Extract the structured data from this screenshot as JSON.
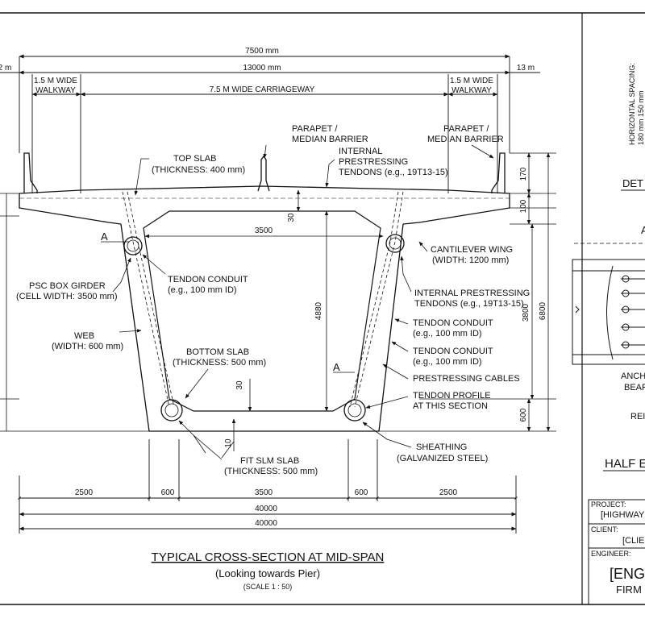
{
  "dims": {
    "top_overall": "7500 mm",
    "top_deck": "13000 mm",
    "left_edge": "2 m",
    "right_edge": "13 m",
    "cell_width": "3500",
    "depth_inner": "4880",
    "depth_outer": "3800",
    "depth_total": "6800",
    "top_170": "170",
    "top_100": "100",
    "haunch_30_top": "30",
    "haunch_30_bottom": "30",
    "bottom_10": "10",
    "bottom_600": "600",
    "bottom_row": [
      "2500",
      "600",
      "3500",
      "600",
      "2500"
    ],
    "total_1": "40000",
    "total_2": "40000"
  },
  "labels": {
    "walkway_left": [
      "1.5 M WIDE",
      "WALKWAY"
    ],
    "walkway_right": [
      "1.5 M WIDE",
      "WALKWAY"
    ],
    "carriageway": "7.5 M WIDE CARRIAGEWAY",
    "parapet_left": [
      "PARAPET /",
      "MEDIAN BARRIER"
    ],
    "parapet_right": [
      "PARAPET /",
      "MEDIAN BARRIER"
    ],
    "top_slab": [
      "TOP SLAB",
      "(THICKNESS: 400 mm)"
    ],
    "internal_tendons_top": [
      "INTERNAL",
      "PRESTRESSING",
      "TENDONS (e.g., 19T13-15)"
    ],
    "section_a_left": "A",
    "section_a_right": "A",
    "tendon_conduit_left": [
      "TENDON CONDUIT",
      "(e.g., 100 mm ID)"
    ],
    "psc_box": [
      "PSC BOX GIRDER",
      "(CELL WIDTH: 3500 mm)"
    ],
    "web": [
      "WEB",
      "(WIDTH: 600 mm)"
    ],
    "bottom_slab": [
      "BOTTOM SLAB",
      "(THICKNESS: 500 mm)"
    ],
    "fit_slab": [
      "FIT SLM SLAB",
      "(THICKNESS: 500 mm)"
    ],
    "cantilever": [
      "CANTILEVER WING",
      "(WIDTH: 1200 mm)"
    ],
    "internal_tendons_right": [
      "INTERNAL PRESTRESSING",
      "TENDONS (e.g., 19T13-15)"
    ],
    "tendon_conduit_r1": [
      "TENDON CONDUIT",
      "(e.g., 100 mm ID)"
    ],
    "tendon_conduit_r2": [
      "TENDON CONDUIT",
      "(e.g., 100 mm ID)"
    ],
    "prestressing_cables": "PRESTRESSING CABLES",
    "tendon_profile": [
      "TENDON PROFILE",
      "AT THIS SECTION"
    ],
    "sheathing": [
      "SHEATHING",
      "(GALVANIZED STEEL)"
    ]
  },
  "caption": {
    "title": "TYPICAL CROSS-SECTION AT MID-SPAN",
    "subtitle": "(Looking towards Pier)",
    "scale": "(SCALE 1 : 50)"
  },
  "right_panel": {
    "spacing_line1": "HORIZONTAL SPACING:",
    "spacing_line2": "180 mm  150 mm",
    "det": "DET",
    "a_letter": "A",
    "anch": "ANCH",
    "bear": "BEAR",
    "rei": "REI",
    "half": "HALF E",
    "prj_label": "PROJECT:",
    "prj_value": "[HIGHWAY",
    "client_label": "CLIENT:",
    "client_value": "[CLIE",
    "eng_label": "ENGINEER:",
    "eng_value": "[ENG",
    "firm": "FIRM"
  }
}
